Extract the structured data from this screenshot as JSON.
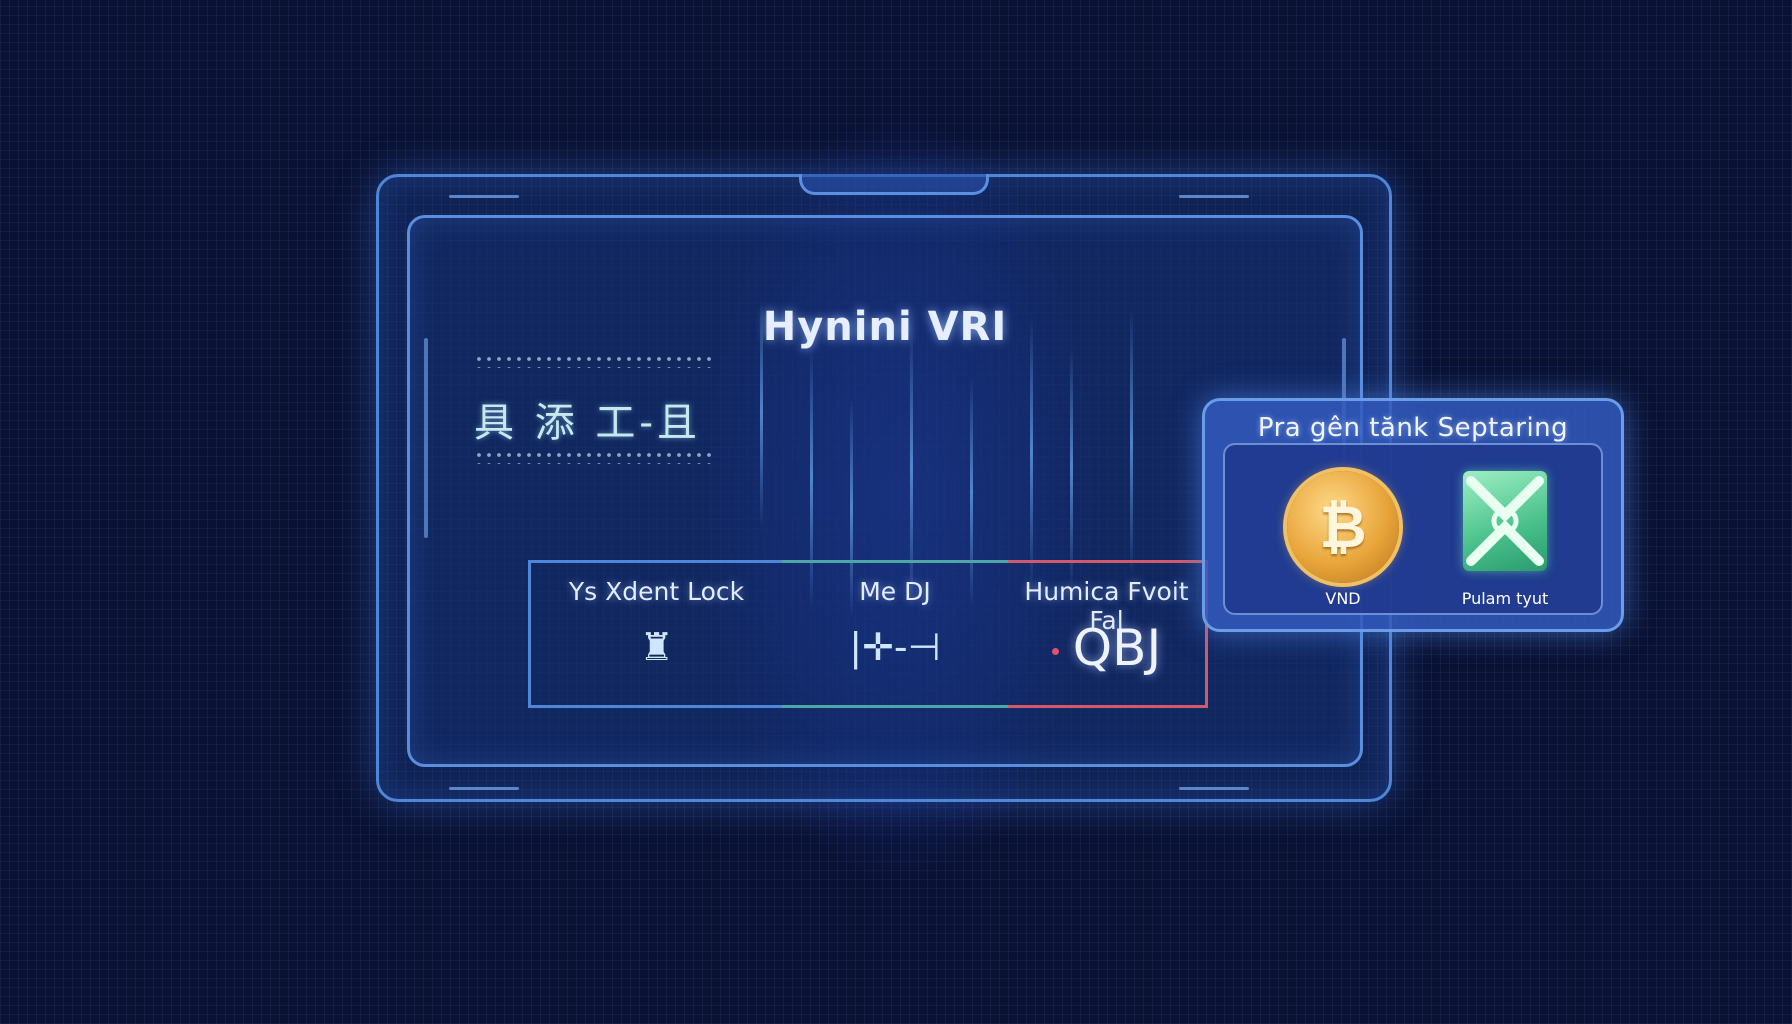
{
  "header": {
    "title": "Hynini VRI"
  },
  "glyphs": {
    "text": "具 添 ⼯-且"
  },
  "stats": [
    {
      "label": "Ys Xdent Lock",
      "icon": "person-icon",
      "icon_glyph": "♜"
    },
    {
      "label": "Me DJ",
      "icon": "crosshair-icon",
      "icon_glyph": "|✛-⊣"
    },
    {
      "label": "Humica Fvoit Fal",
      "value": "QBJ"
    }
  ],
  "wallet": {
    "title": "Pra gên tănk Septaring",
    "items": [
      {
        "icon": "bitcoin-icon",
        "symbol": "₿",
        "label": "VND"
      },
      {
        "icon": "token-icon",
        "label": "Pulam tyut"
      }
    ]
  },
  "colors": {
    "background": "#0a1233",
    "panel_border": "#4f86d8",
    "accent_teal": "#4fa6a6",
    "accent_red": "#d05a6a",
    "coin_gold": "#e8a53a",
    "token_green": "#48c08a"
  }
}
